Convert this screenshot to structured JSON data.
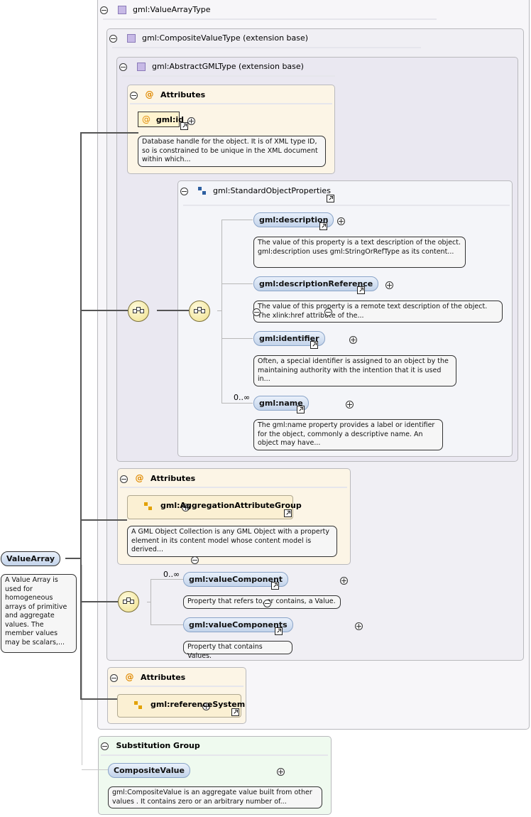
{
  "root": {
    "name": "ValueArray",
    "doc": "A Value Array is used for homogeneous arrays of primitive and aggregate values. The member values may be scalars,..."
  },
  "value_array_type": {
    "label": "gml:ValueArrayType"
  },
  "composite_value_type": {
    "label": "gml:CompositeValueType (extension base)"
  },
  "abstract_gml_type": {
    "label": "gml:AbstractGMLType (extension base)"
  },
  "attributes1": {
    "label": "Attributes",
    "id_attr": "gml:id",
    "id_doc": "Database handle for the object. It is of XML type ID, so is constrained to be unique in the XML document within which..."
  },
  "standard_object_properties": {
    "label": "gml:StandardObjectProperties",
    "elements": [
      {
        "name": "gml:description",
        "doc": "The value of this property is a text description of the object. gml:description uses gml:StringOrRefType as its content..."
      },
      {
        "name": "gml:descriptionReference",
        "doc": "The value of this property is a remote text description of the object. The xlink:href attribute of the..."
      },
      {
        "name": "gml:identifier",
        "doc": "Often, a special identifier is assigned to an object by the maintaining authority with the intention that it is used in..."
      },
      {
        "name": "gml:name",
        "cardinality": "0..∞",
        "doc": "The gml:name property provides a label or identifier for the object, commonly a descriptive name. An object may have..."
      }
    ]
  },
  "attributes2": {
    "label": "Attributes",
    "group": "gml:AggregationAttributeGroup",
    "group_doc": "A GML Object Collection is any GML Object with a property element in its content model whose content model is derived..."
  },
  "value_choice": {
    "cardinality": "0..∞",
    "elements": [
      {
        "name": "gml:valueComponent",
        "doc": "Property that refers to, or contains, a Value."
      },
      {
        "name": "gml:valueComponents",
        "doc": "Property that contains Values."
      }
    ]
  },
  "attributes3": {
    "label": "Attributes",
    "item": "gml:referenceSystem"
  },
  "substitution_group": {
    "label": "Substitution Group",
    "element": "CompositeValue",
    "doc": "gml:CompositeValue is an aggregate value built from other values . It contains zero or an arbitrary number of..."
  },
  "colors": {
    "type_fill": "#f4f3f6",
    "type_inner_fill": "#eeedf3",
    "attr_fill": "#fdf7e9",
    "group_fill": "#f5f6fa",
    "subst_fill": "#f1fbf0",
    "element_fill": "#c2d3ea"
  }
}
